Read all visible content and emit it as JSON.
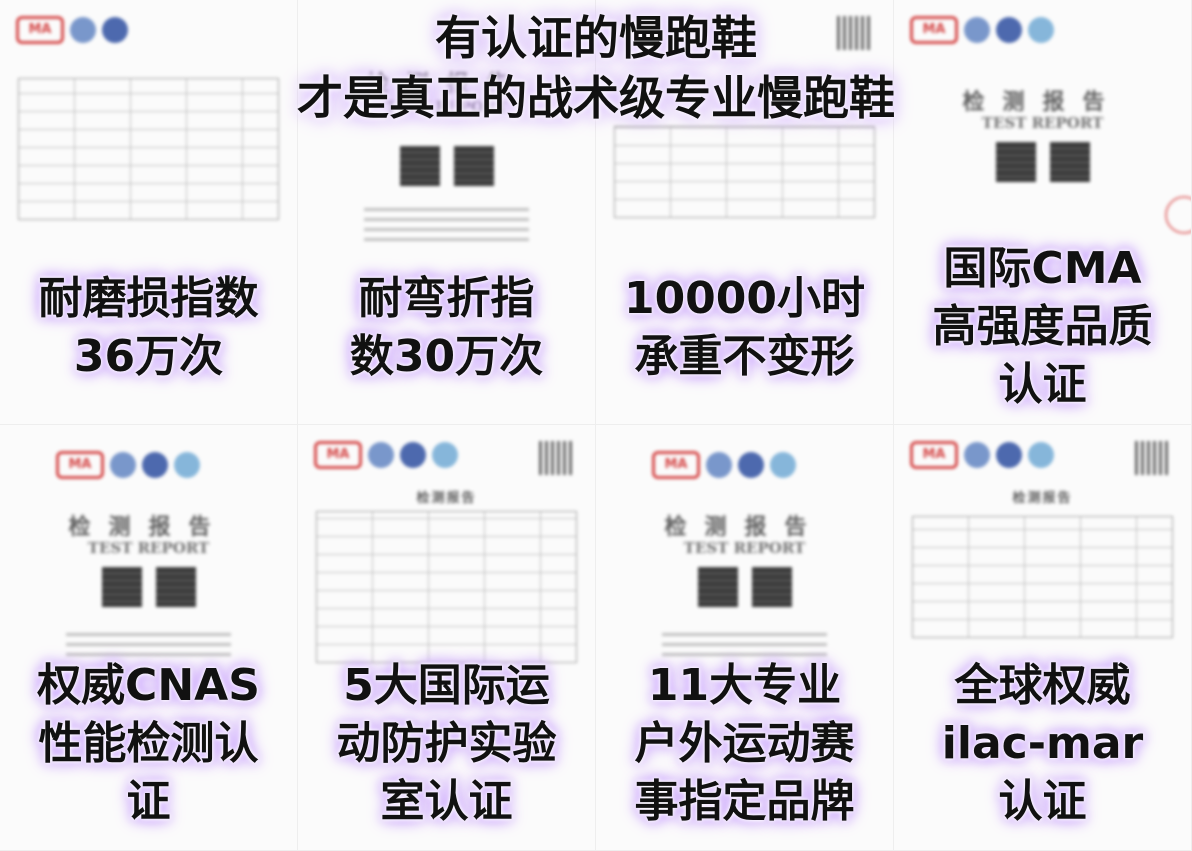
{
  "headline": {
    "line1": "有认证的慢跑鞋",
    "line2": "才是真正的战术级专业慢跑鞋"
  },
  "certificate": {
    "logo_text": "MA",
    "title_cn": "检测报告",
    "title_en": "TEST REPORT",
    "small_header": "检测报告"
  },
  "panels": [
    {
      "lines": [
        "耐磨损指数",
        "36万次"
      ]
    },
    {
      "lines": [
        "耐弯折指",
        "数30万次"
      ]
    },
    {
      "lines": [
        "10000小时",
        "承重不变形"
      ]
    },
    {
      "lines": [
        "国际CMA",
        "高强度品质",
        "认证"
      ]
    },
    {
      "lines": [
        "权威CNAS",
        "性能检测认",
        "证"
      ]
    },
    {
      "lines": [
        "5大国际运",
        "动防护实验",
        "室认证"
      ]
    },
    {
      "lines": [
        "11大专业",
        "户外运动赛",
        "事指定品牌"
      ]
    },
    {
      "lines": [
        "全球权威",
        "ilac-mar",
        "认证"
      ]
    }
  ],
  "colors": {
    "text": "#111111",
    "glow": "#c59cff",
    "stamp_red": "#d23a3a"
  }
}
